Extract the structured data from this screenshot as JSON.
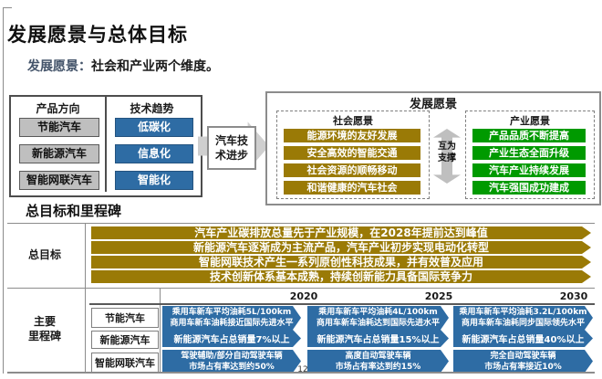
{
  "slide": {
    "title": "发展愿景与总体目标",
    "subtitle_accent": "发展愿景：",
    "subtitle_text": "社会和产业两个维度。",
    "page_number": "12"
  },
  "diagram": {
    "product_header": "产品方向",
    "tech_header": "技术趋势",
    "products": [
      "节能汽车",
      "新能源汽车",
      "智能网联汽车"
    ],
    "trends": [
      "低碳化",
      "信息化",
      "智能化"
    ],
    "arrow_lines": [
      "汽车技",
      "术进步"
    ],
    "vision": {
      "title": "发展愿景",
      "social": {
        "title": "社会愿景",
        "items": [
          "能源环境的友好发展",
          "安全高效的智能交通",
          "社会资源的顺畅移动",
          "和谐健康的汽车社会"
        ]
      },
      "industry": {
        "title": "产业愿景",
        "items": [
          "产品品质不断提高",
          "产业生态全面升级",
          "汽车产业持续发展",
          "汽车强国成功建成"
        ]
      },
      "support_lines": [
        "互为",
        "支撑"
      ]
    }
  },
  "goals": {
    "section_title": "总目标和里程碑",
    "row_label": "总目标",
    "bars": [
      "汽车产业碳排放总量先于产业规模，在2028年提前达到峰值",
      "新能源汽车逐渐成为主流产品，汽车产业初步实现电动化转型",
      "智能网联技术产生一系列原创性科技成果，并有效普及应用",
      "技术创新体系基本成熟，持续创新能力具备国际竞争力"
    ]
  },
  "milestones": {
    "row_label_lines": [
      "主要",
      "里程碑"
    ],
    "years": [
      "2020",
      "2025",
      "2030"
    ],
    "rows": [
      {
        "label": "节能汽车",
        "cells": [
          [
            "乘用车新车平均油耗5L/100km",
            "商用车新车油耗接近国际先进水平"
          ],
          [
            "乘用车新车平均油耗4L/100km",
            "商用车新车油耗达到国际先进水平"
          ],
          [
            "乘用车新车平均油耗3.2L/100km",
            "商用车新车油耗同步国际领先水平"
          ]
        ]
      },
      {
        "label": "新能源汽车",
        "cells": [
          [
            "新能源汽车占总销量7%以上"
          ],
          [
            "新能源汽车占总销量15%以上"
          ],
          [
            "新能源汽车占总销量40%以上"
          ]
        ]
      },
      {
        "label": "智能网联汽车",
        "cells": [
          [
            "驾驶辅助/部分自动驾驶车辆",
            "市场占有率达到约50%"
          ],
          [
            "高度自动驾驶车辆",
            "市场占有率达到约15%"
          ],
          [
            "完全自动驾驶车辆",
            "市场占有率接近10%"
          ]
        ]
      }
    ]
  },
  "colors": {
    "gold": "#9a7a06",
    "green": "#009a00",
    "blue": "#2e6ca4",
    "gray_box": "#bfbfbf",
    "arrow_gray": "#cfcfcf",
    "line_gray": "#8c8c8c",
    "subtitle_accent": "#44546a"
  }
}
